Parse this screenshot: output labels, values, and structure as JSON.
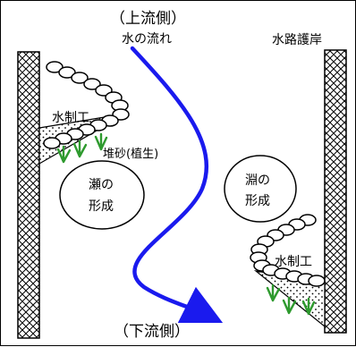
{
  "labels": {
    "upstream": "（上流側）",
    "flow": "水の流れ",
    "revetment": "水路護岸",
    "groyne_left": "水制工",
    "sediment": "堆砂(植生)",
    "rapids_line1": "瀬の",
    "rapids_line2": "形成",
    "pool_line1": "淵の",
    "pool_line2": "形成",
    "groyne_right": "水制工",
    "downstream": "（下流側）"
  },
  "colors": {
    "flow_arrow": "#1a1aee",
    "vegetation": "#2e9a2e",
    "wall_hatch": "#000000",
    "sediment_dots": "#000000"
  }
}
